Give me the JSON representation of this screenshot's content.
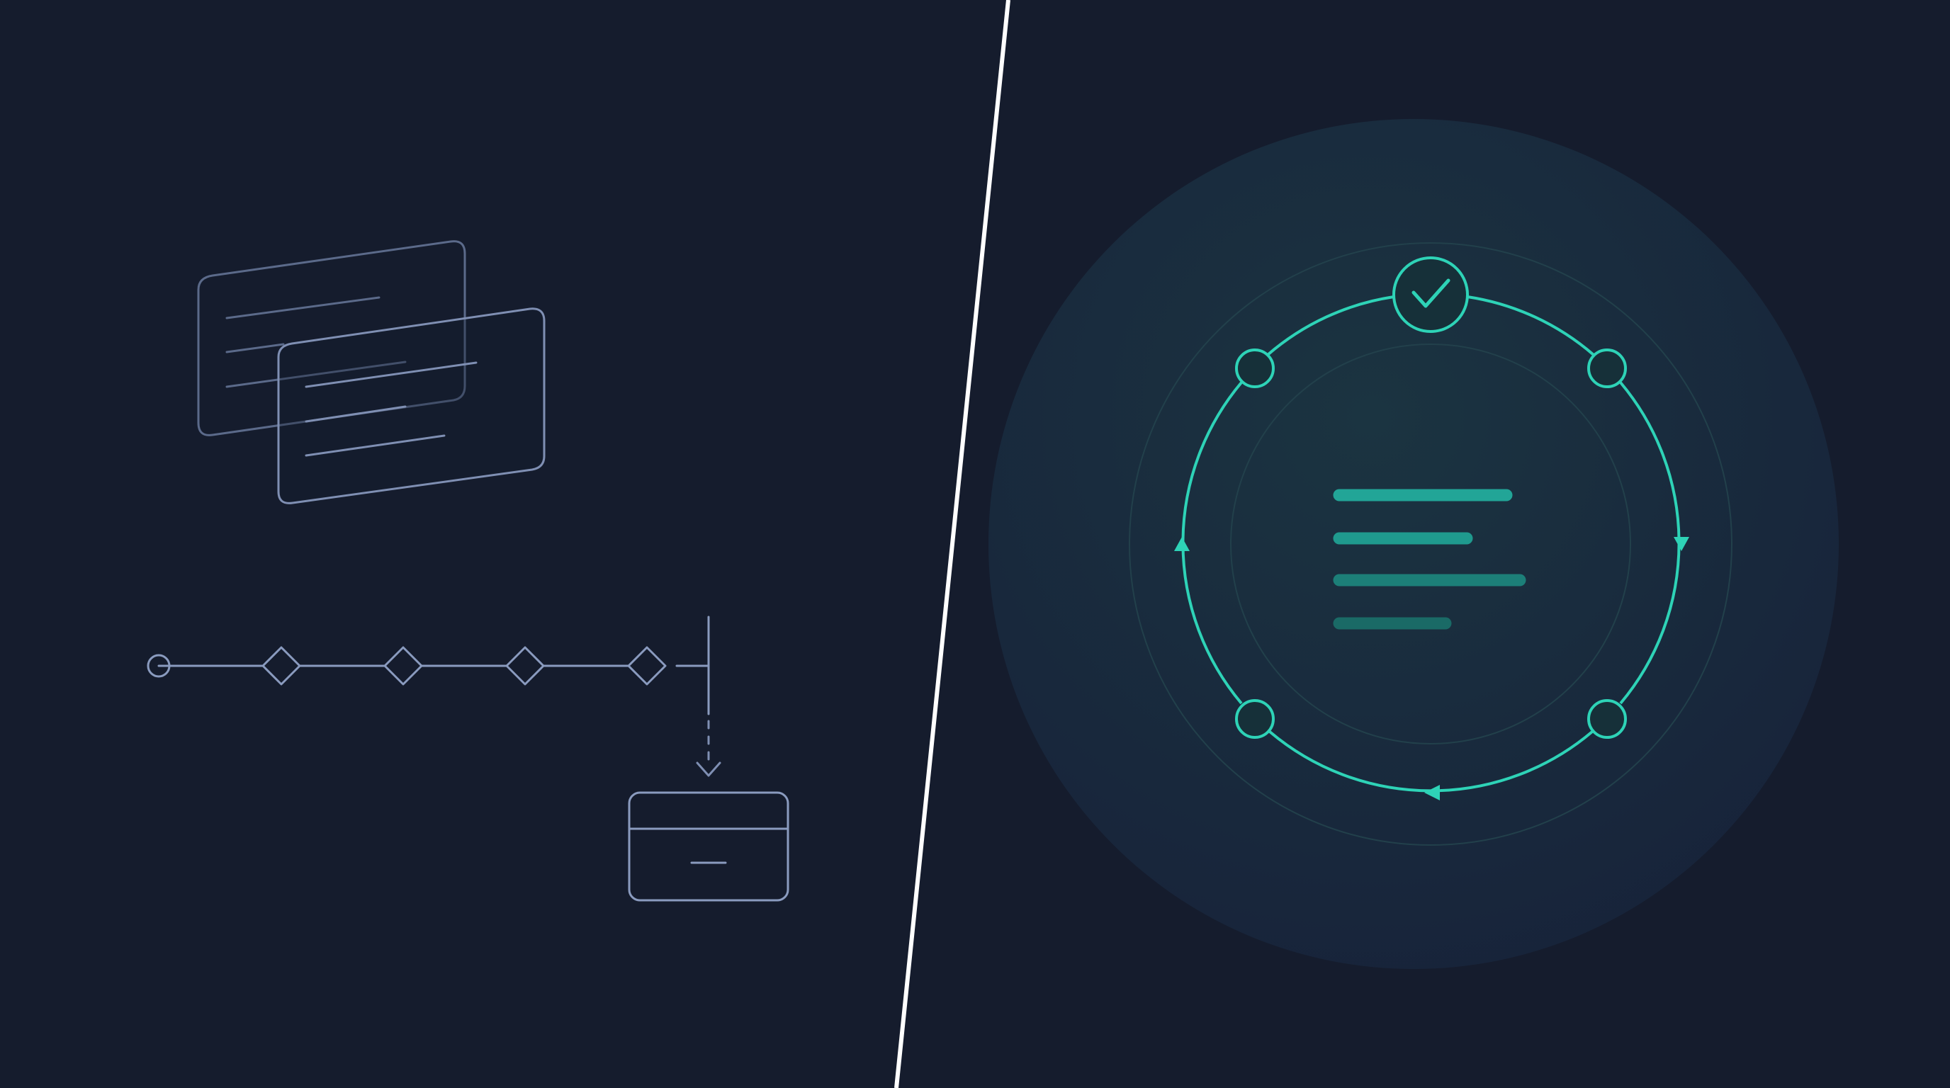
{
  "colors": {
    "background": "#151c2d",
    "divider": "#ffffff",
    "wireframe": "#8a9bbf",
    "wireframe_dim": "#5b6a8a",
    "accent": "#2ed3b7",
    "accent_bar_1": "#22a597",
    "accent_bar_2": "#1f9a8e",
    "accent_bar_3": "#1c7f78",
    "accent_bar_4": "#1a6a66",
    "glow": "#1b3340",
    "ring": "#23404a"
  },
  "left_panel": {
    "stacked_cards": [
      {
        "name": "back-card",
        "text_lines": 3
      },
      {
        "name": "front-card",
        "text_lines": 3
      }
    ],
    "timeline": {
      "start_marker": "circle-icon",
      "milestones": [
        "diamond-icon",
        "diamond-icon",
        "diamond-icon",
        "diamond-icon"
      ],
      "end_marker": "end-bar",
      "output": "card-icon"
    }
  },
  "right_panel": {
    "cycle": {
      "top_node": "check-icon",
      "nodes": [
        "node-top-left",
        "node-top-right",
        "node-bottom-left",
        "node-bottom-right"
      ],
      "direction": "clockwise"
    },
    "center_document": {
      "lines": 4
    }
  }
}
